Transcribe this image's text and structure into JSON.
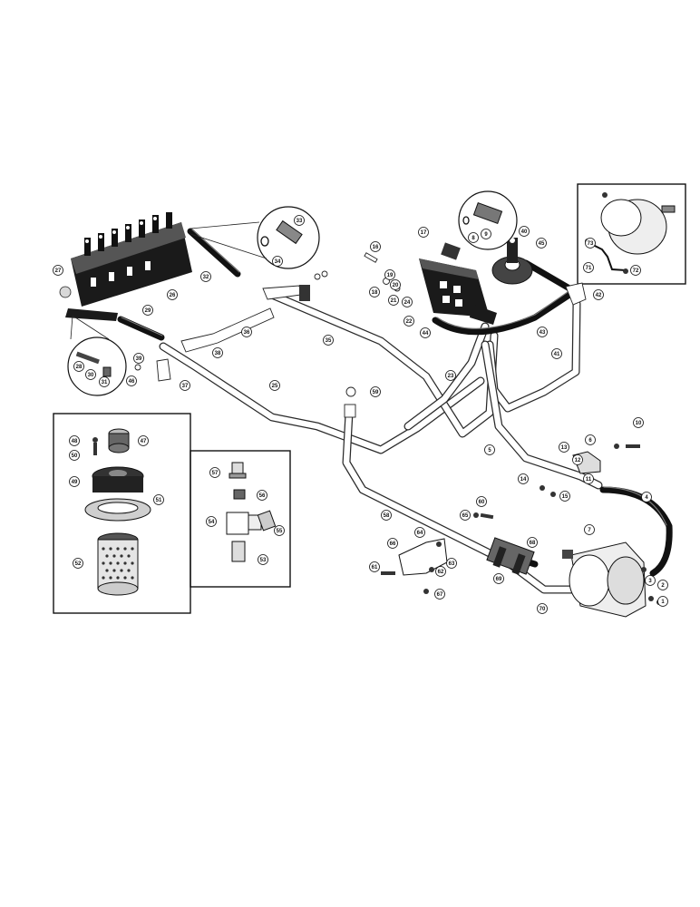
{
  "callouts": [
    {
      "id": "c1",
      "label": "1"
    },
    {
      "id": "c2",
      "label": "2"
    },
    {
      "id": "c3",
      "label": "3"
    },
    {
      "id": "c4",
      "label": "4"
    },
    {
      "id": "c5",
      "label": "5"
    },
    {
      "id": "c6",
      "label": "6"
    },
    {
      "id": "c7",
      "label": "7"
    },
    {
      "id": "c8",
      "label": "8"
    },
    {
      "id": "c9",
      "label": "9"
    },
    {
      "id": "c10",
      "label": "10"
    },
    {
      "id": "c11",
      "label": "11"
    },
    {
      "id": "c12",
      "label": "12"
    },
    {
      "id": "c13",
      "label": "13"
    },
    {
      "id": "c14",
      "label": "14"
    },
    {
      "id": "c15",
      "label": "15"
    },
    {
      "id": "c16",
      "label": "16"
    },
    {
      "id": "c17",
      "label": "17"
    },
    {
      "id": "c18",
      "label": "18"
    },
    {
      "id": "c19",
      "label": "19"
    },
    {
      "id": "c20",
      "label": "20"
    },
    {
      "id": "c21",
      "label": "21"
    },
    {
      "id": "c22",
      "label": "22"
    },
    {
      "id": "c23",
      "label": "23"
    },
    {
      "id": "c24",
      "label": "24"
    },
    {
      "id": "c25",
      "label": "25"
    },
    {
      "id": "c26",
      "label": "26"
    },
    {
      "id": "c27",
      "label": "27"
    },
    {
      "id": "c28",
      "label": "28"
    },
    {
      "id": "c29",
      "label": "29"
    },
    {
      "id": "c30",
      "label": "30"
    },
    {
      "id": "c31",
      "label": "31"
    },
    {
      "id": "c32",
      "label": "32"
    },
    {
      "id": "c33",
      "label": "33"
    },
    {
      "id": "c34",
      "label": "34"
    },
    {
      "id": "c35",
      "label": "35"
    },
    {
      "id": "c36",
      "label": "36"
    },
    {
      "id": "c37",
      "label": "37"
    },
    {
      "id": "c38",
      "label": "38"
    },
    {
      "id": "c39",
      "label": "39"
    },
    {
      "id": "c40",
      "label": "40"
    },
    {
      "id": "c41",
      "label": "41"
    },
    {
      "id": "c42",
      "label": "42"
    },
    {
      "id": "c43",
      "label": "43"
    },
    {
      "id": "c44",
      "label": "44"
    },
    {
      "id": "c45",
      "label": "45"
    },
    {
      "id": "c46",
      "label": "46"
    },
    {
      "id": "c47",
      "label": "47"
    },
    {
      "id": "c48",
      "label": "48"
    },
    {
      "id": "c49",
      "label": "49"
    },
    {
      "id": "c50",
      "label": "50"
    },
    {
      "id": "c51",
      "label": "51"
    },
    {
      "id": "c52",
      "label": "52"
    },
    {
      "id": "c53",
      "label": "53"
    },
    {
      "id": "c54",
      "label": "54"
    },
    {
      "id": "c55",
      "label": "55"
    },
    {
      "id": "c56",
      "label": "56"
    },
    {
      "id": "c57",
      "label": "57"
    },
    {
      "id": "c58",
      "label": "58"
    },
    {
      "id": "c59",
      "label": "59"
    },
    {
      "id": "c60",
      "label": "60"
    },
    {
      "id": "c61",
      "label": "61"
    },
    {
      "id": "c62",
      "label": "62"
    },
    {
      "id": "c63",
      "label": "63"
    },
    {
      "id": "c64",
      "label": "64"
    },
    {
      "id": "c65",
      "label": "65"
    },
    {
      "id": "c66",
      "label": "66"
    },
    {
      "id": "c67",
      "label": "67"
    },
    {
      "id": "c68",
      "label": "68"
    },
    {
      "id": "c69",
      "label": "69"
    },
    {
      "id": "c70",
      "label": "70"
    },
    {
      "id": "c71",
      "label": "71"
    },
    {
      "id": "c72",
      "label": "72"
    },
    {
      "id": "c73",
      "label": "73"
    }
  ]
}
